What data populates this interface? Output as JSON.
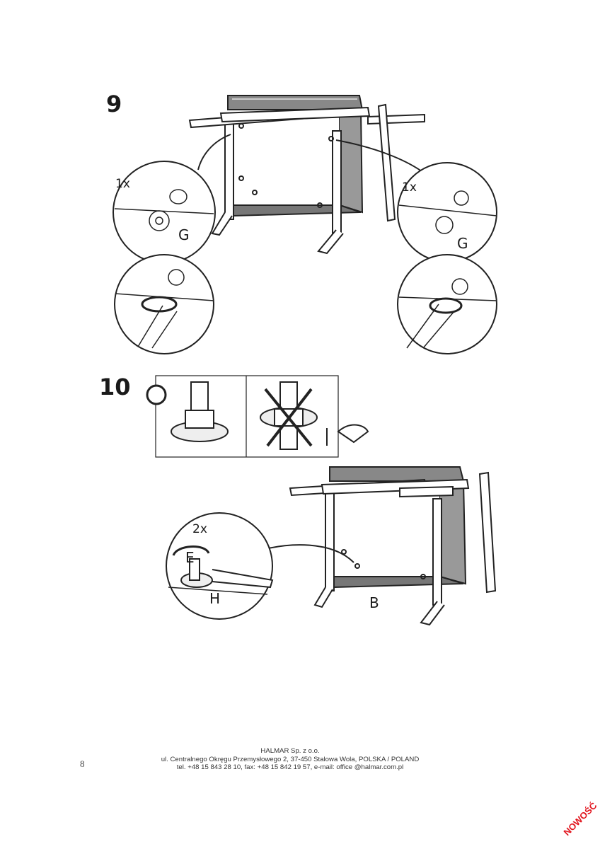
{
  "steps": [
    {
      "number": "9",
      "callouts": [
        {
          "count": "1x",
          "part": "G"
        },
        {
          "count": "1x",
          "part": "G"
        }
      ]
    },
    {
      "number": "10",
      "info_icon": "info-icon",
      "callout": {
        "count": "2x",
        "parts": [
          "E",
          "H"
        ]
      },
      "part_label": "B"
    }
  ],
  "footer": {
    "page_number": "8",
    "company": "HALMAR Sp. z o.o.",
    "address": "ul. Centralnego Okręgu Przemysłowego 2, 37-450 Stalowa Wola, POLSKA / POLAND",
    "contact": "tel. +48 15 843 28 10, fax: +48 15 842 19 57, e-mail: office @halmar.com.pl"
  },
  "badge": {
    "text": "NOWOŚĆ",
    "color": "#e2141d"
  }
}
